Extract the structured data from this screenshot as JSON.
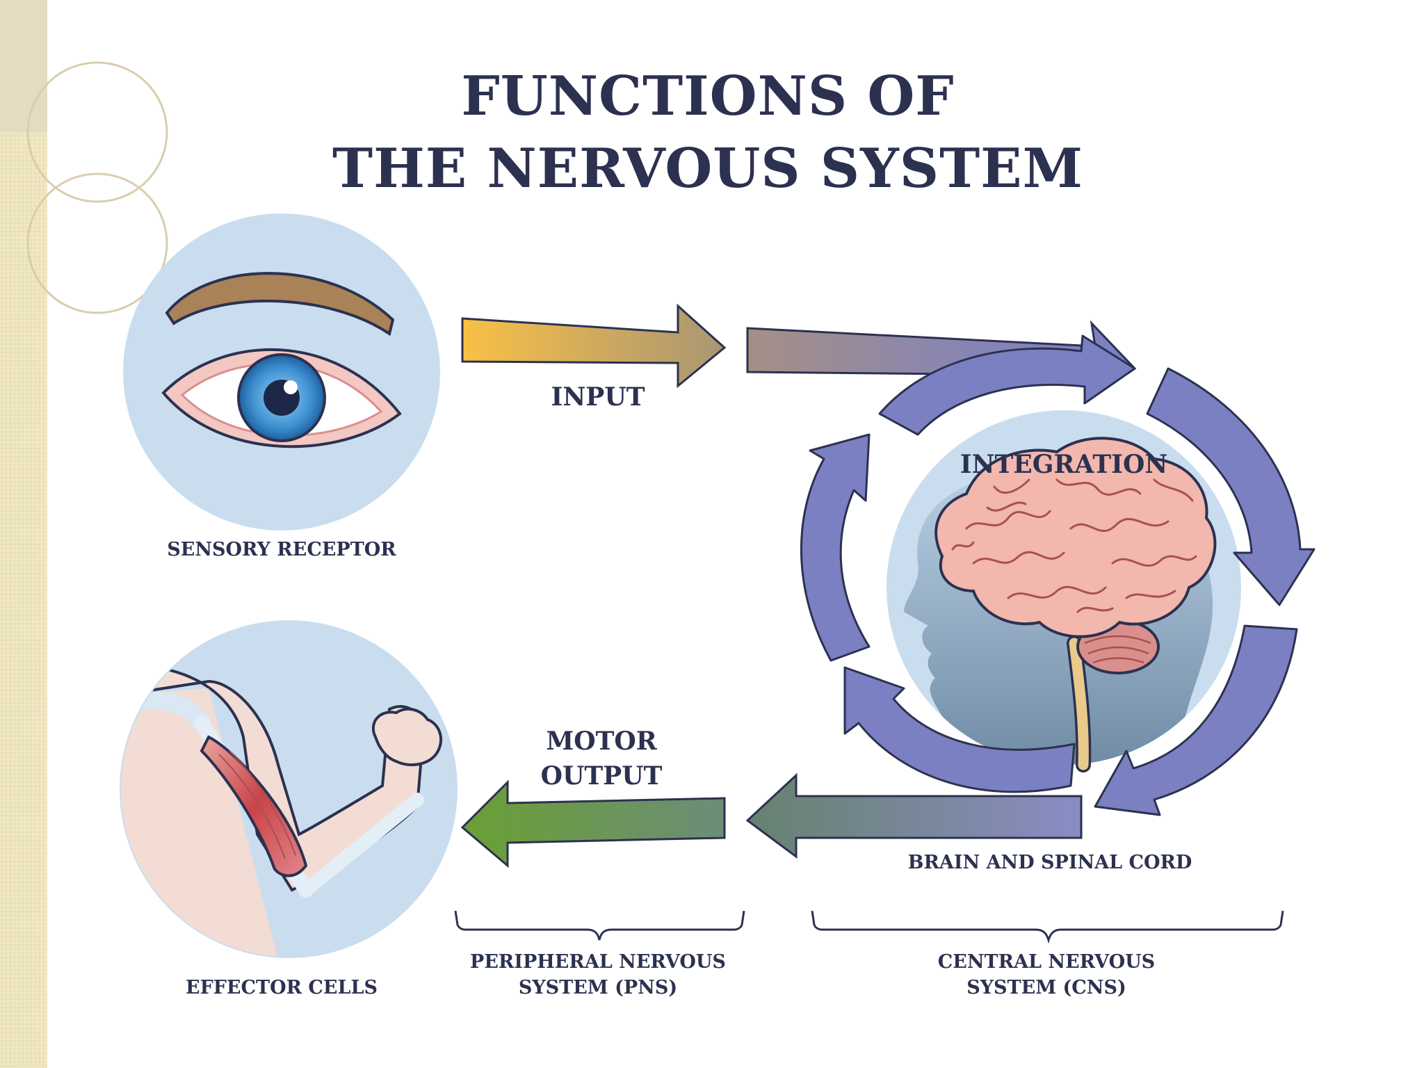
{
  "title": {
    "line1": "FUNCTIONS OF",
    "line2": "THE NERVOUS SYSTEM"
  },
  "labels": {
    "sensory_receptor": "SENSORY RECEPTOR",
    "input": "INPUT",
    "integration": "INTEGRATION",
    "brain_and_spinal_cord": "BRAIN AND SPINAL CORD",
    "motor_output_line1": "MOTOR",
    "motor_output_line2": "OUTPUT",
    "effector_cells": "EFFECTOR CELLS",
    "pns_line1": "PERIPHERAL NERVOUS",
    "pns_line2": "SYSTEM (PNS)",
    "cns_line1": "CENTRAL NERVOUS",
    "cns_line2": "SYSTEM (CNS)"
  },
  "icons": [
    "eye-icon",
    "brain-icon",
    "head-silhouette-icon",
    "flexed-arm-icon",
    "cycle-arrows-icon"
  ],
  "colors": {
    "title": "#2c3150",
    "circle_fill": "#c9ddef",
    "input_arrow_start": "#f7c24c",
    "input_arrow_end": "#8b8aa6",
    "cycle_arrow": "#7b80c2",
    "motor_arrow_start": "#8a8cc4",
    "motor_arrow_end": "#6a9a3a",
    "side_strip": "#efe6c2"
  }
}
